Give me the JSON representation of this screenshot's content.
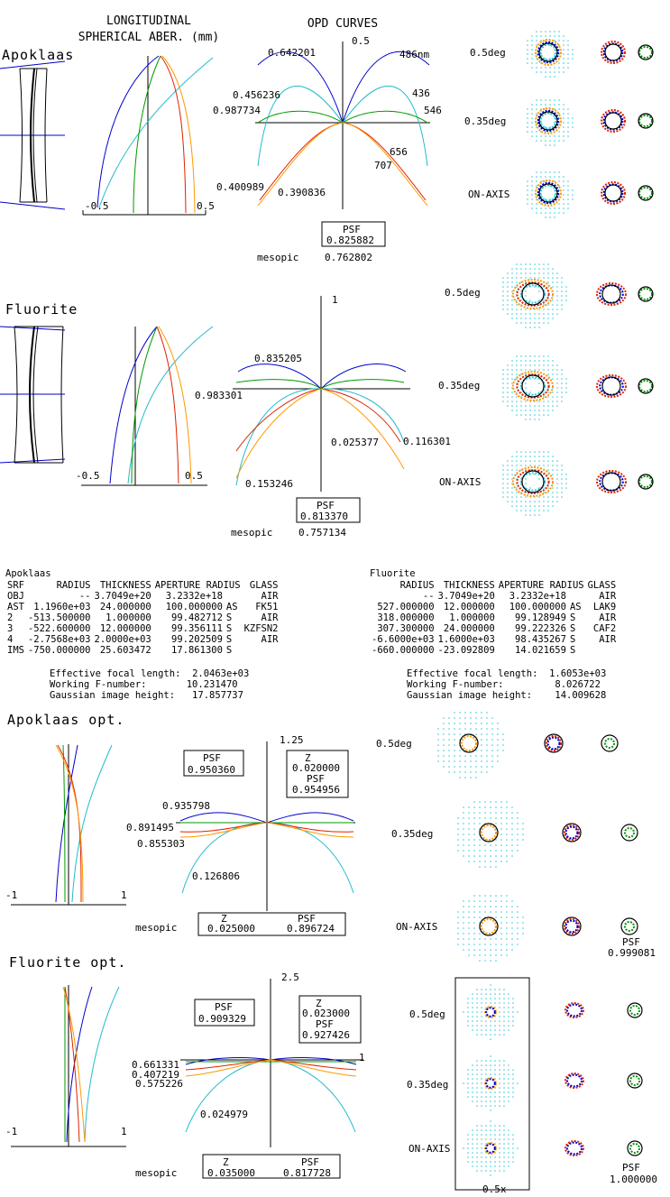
{
  "header": {
    "line1": "LONGITUDINAL",
    "line2": "SPHERICAL ABER. (mm)",
    "opd_title": "OPD CURVES"
  },
  "section1": {
    "name": "Apoklaas",
    "lsa_ticks": {
      "min": "-0.5",
      "max": "0.5"
    },
    "opd_top": "0.5",
    "wave_labels": [
      "486nm",
      "436",
      "546",
      "656",
      "707"
    ],
    "opd_values": [
      "0.642201",
      "0.456236",
      "0.987734",
      "0.400989",
      "0.390836"
    ],
    "psf_label": "PSF",
    "psf_value": "0.825882",
    "mesopic_label": "mesopic",
    "mesopic_value": "0.762802",
    "spot_labels": [
      "0.5deg",
      "0.35deg",
      "ON-AXIS"
    ]
  },
  "section2": {
    "name": "Fluorite",
    "lsa_ticks": {
      "min": "-0.5",
      "max": "0.5"
    },
    "opd_top": "1",
    "opd_values": [
      "0.835205",
      "0.983301",
      "0.153246",
      "0.025377",
      "0.116301"
    ],
    "psf_label": "PSF",
    "psf_value": "0.813370",
    "mesopic_label": "mesopic",
    "mesopic_value": "0.757134",
    "spot_labels": [
      "0.5deg",
      "0.35deg",
      "ON-AXIS"
    ]
  },
  "prescription": {
    "left": {
      "title": "Apoklaas",
      "headers": [
        "SRF",
        "RADIUS",
        "THICKNESS",
        "APERTURE RADIUS",
        "GLASS"
      ],
      "rows": [
        [
          "OBJ",
          "--",
          "3.7049e+20",
          "3.2332e+18",
          "",
          "AIR"
        ],
        [
          "AST",
          "1.1960e+03",
          "24.000000",
          "100.000000",
          "AS",
          "FK51"
        ],
        [
          "2",
          "-513.500000",
          "1.000000",
          "99.482712",
          "S",
          "AIR"
        ],
        [
          "3",
          "-522.600000",
          "12.000000",
          "99.356111",
          "S",
          "KZFSN2"
        ],
        [
          "4",
          "-2.7568e+03",
          "2.0000e+03",
          "99.202509",
          "S",
          "AIR"
        ],
        [
          "IMS",
          "-750.000000",
          "25.603472",
          "17.861300",
          "S",
          ""
        ]
      ],
      "summary": [
        {
          "k": "Effective focal length:",
          "v": "2.0463e+03"
        },
        {
          "k": "Working F-number:",
          "v": "10.231470"
        },
        {
          "k": "Gaussian image height:",
          "v": "17.857737"
        }
      ]
    },
    "right": {
      "title": "Fluorite",
      "headers": [
        "RADIUS",
        "THICKNESS",
        "APERTURE RADIUS",
        "GLASS"
      ],
      "rows": [
        [
          "--",
          "3.7049e+20",
          "3.2332e+18",
          "",
          "AIR"
        ],
        [
          "527.000000",
          "12.000000",
          "100.000000",
          "AS",
          "LAK9"
        ],
        [
          "318.000000",
          "1.000000",
          "99.128949",
          "S",
          "AIR"
        ],
        [
          "307.300000",
          "24.000000",
          "99.222326",
          "S",
          "CAF2"
        ],
        [
          "-6.6000e+03",
          "1.6000e+03",
          "98.435267",
          "S",
          "AIR"
        ],
        [
          "-660.000000",
          "-23.092809",
          "14.021659",
          "S",
          ""
        ]
      ],
      "summary": [
        {
          "k": "Effective focal length:",
          "v": "1.6053e+03"
        },
        {
          "k": "Working F-number:",
          "v": "8.026722"
        },
        {
          "k": "Gaussian image height:",
          "v": "14.009628"
        }
      ]
    }
  },
  "section3": {
    "name": "Apoklaas opt.",
    "lsa_ticks": {
      "min": "-1",
      "max": "1"
    },
    "opd_top": "1.25",
    "opd_values": [
      "0.935798",
      "0.891495",
      "0.855303",
      "0.126806"
    ],
    "psf_box": {
      "label": "PSF",
      "value": "0.950360"
    },
    "z_box": {
      "zl": "Z",
      "zv": "0.020000",
      "pl": "PSF",
      "pv": "0.954956"
    },
    "mesopic": {
      "label": "mesopic",
      "zl": "Z",
      "zv": "0.025000",
      "pl": "PSF",
      "pv": "0.896724"
    },
    "spot_labels": [
      "0.5deg",
      "0.35deg",
      "ON-AXIS"
    ],
    "onaxis_psf": {
      "label": "PSF",
      "value": "0.999081"
    }
  },
  "section4": {
    "name": "Fluorite opt.",
    "lsa_ticks": {
      "min": "-1",
      "max": "1"
    },
    "opd_top": "2.5",
    "opd_right": "1",
    "opd_values": [
      "0.661331",
      "0.407219",
      "0.575226",
      "0.024979"
    ],
    "psf_box": {
      "label": "PSF",
      "value": "0.909329"
    },
    "z_box": {
      "zl": "Z",
      "zv": "0.023000",
      "pl": "PSF",
      "pv": "0.927426"
    },
    "mesopic": {
      "label": "mesopic",
      "zl": "Z",
      "zv": "0.035000",
      "pl": "PSF",
      "pv": "0.817728"
    },
    "spot_labels": [
      "0.5deg",
      "0.35deg",
      "ON-AXIS"
    ],
    "onaxis_psf": {
      "label": "PSF",
      "value": "1.000000"
    },
    "scale_label": "0.5x"
  },
  "colors": {
    "blue": "#0000cc",
    "cyan": "#22bbcc",
    "green": "#009900",
    "red": "#dd2200",
    "orange": "#ff9900",
    "spot_cyan": "#33c8dd"
  }
}
